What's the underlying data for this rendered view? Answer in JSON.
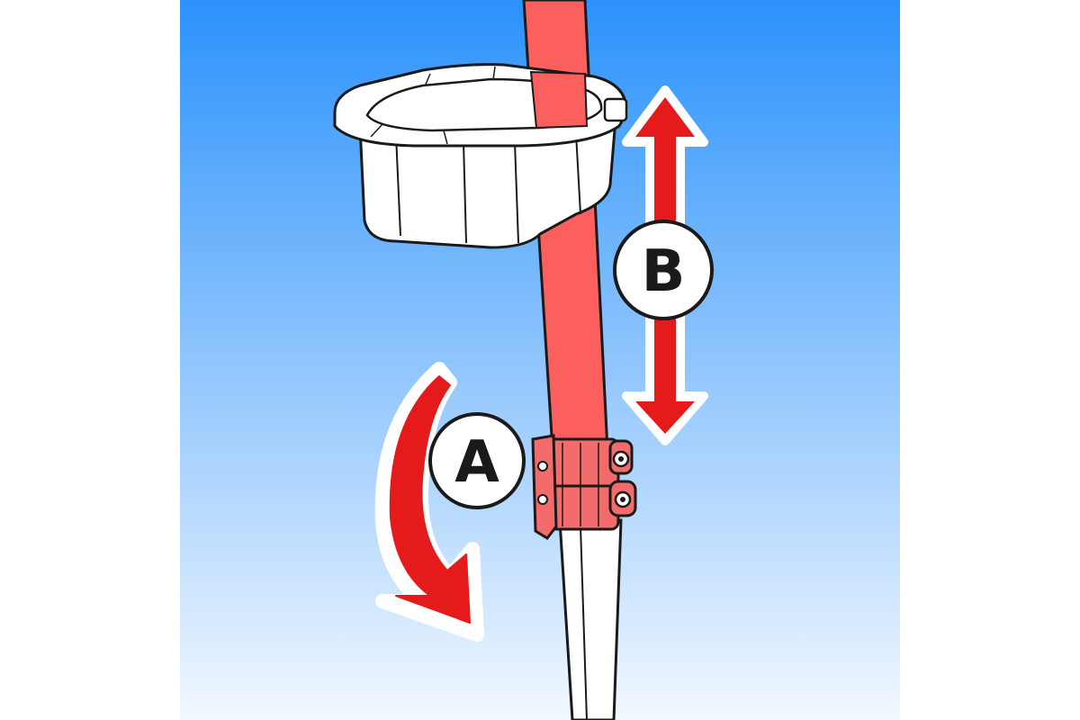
{
  "labels": {
    "a": "A",
    "b": "B"
  },
  "colors": {
    "background": "#ffffff",
    "sky_top": "#2b92fb",
    "sky_bottom": "#f2f8ff",
    "pole_upper": "#fb5f5e",
    "pole_lower": "#ffffff",
    "clamp": "#f36b6b",
    "arrow": "#e51b1b",
    "outline": "#1a1a1a",
    "basket": "#ffffff"
  },
  "icons": {
    "rotate_arrow": "curved-arrow-down-right",
    "height_arrow": "double-arrow-vertical"
  }
}
